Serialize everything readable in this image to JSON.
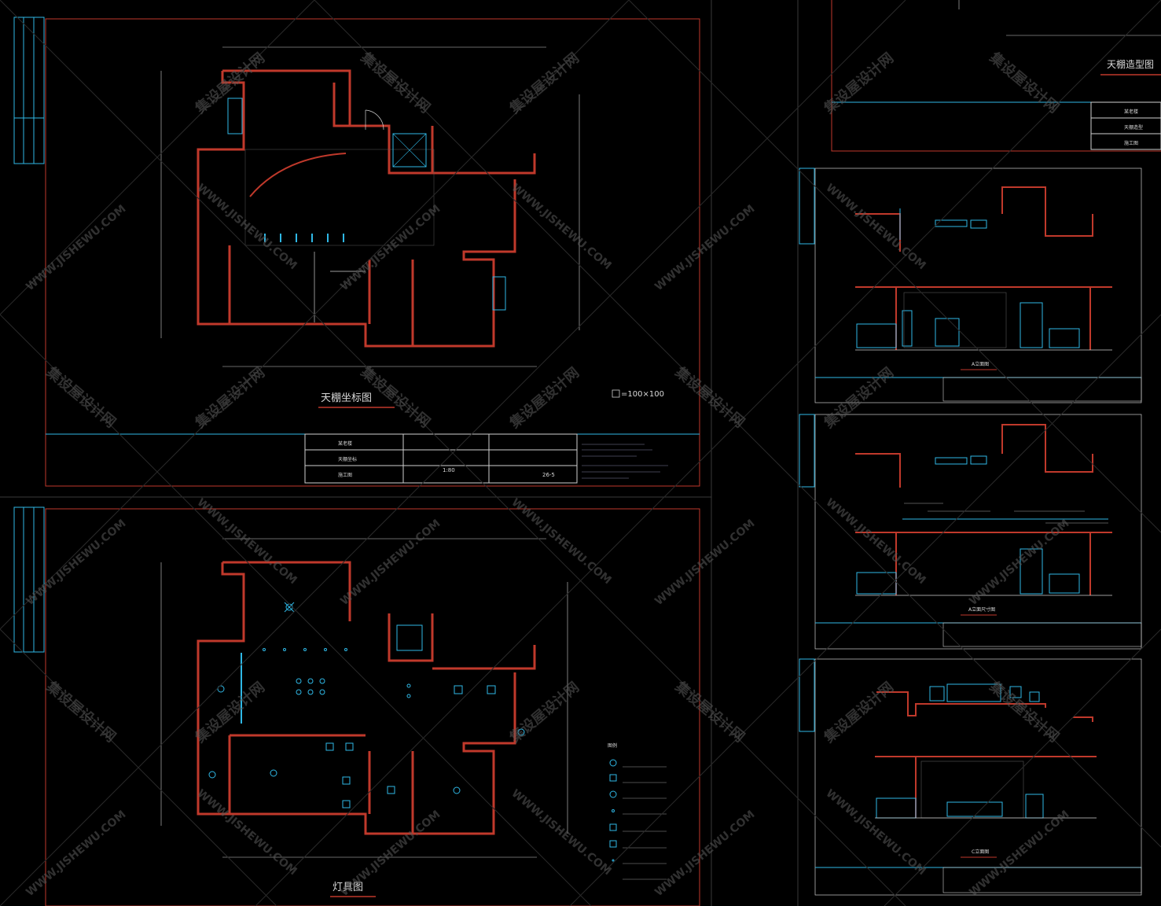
{
  "sheets": {
    "ceiling_coord": {
      "title": "天棚坐标图",
      "legend_text": "=100×100",
      "title_block": {
        "project": "某老楼",
        "drawing": "天棚坐标",
        "stage": "施工图",
        "scale": "1:80",
        "number": "26-5"
      }
    },
    "lighting": {
      "title": "灯具图",
      "legend_title": "图例"
    },
    "ceiling_design": {
      "title": "天棚造型图",
      "title_block": {
        "project": "某老楼",
        "drawing": "天棚造型",
        "stage": "施工图"
      }
    },
    "elev_a": {
      "title": "A立面图"
    },
    "elev_a_dim": {
      "title": "A立面尺寸图"
    },
    "elev_c": {
      "title": "C立面图"
    }
  },
  "watermarks": {
    "cn": "集设屋设计网",
    "en": "WWW.JISHEWU.COM"
  },
  "colors": {
    "wall": "#c0392b",
    "fixture": "#2fb8e6",
    "line": "#cfcfcf",
    "background": "#000000"
  }
}
